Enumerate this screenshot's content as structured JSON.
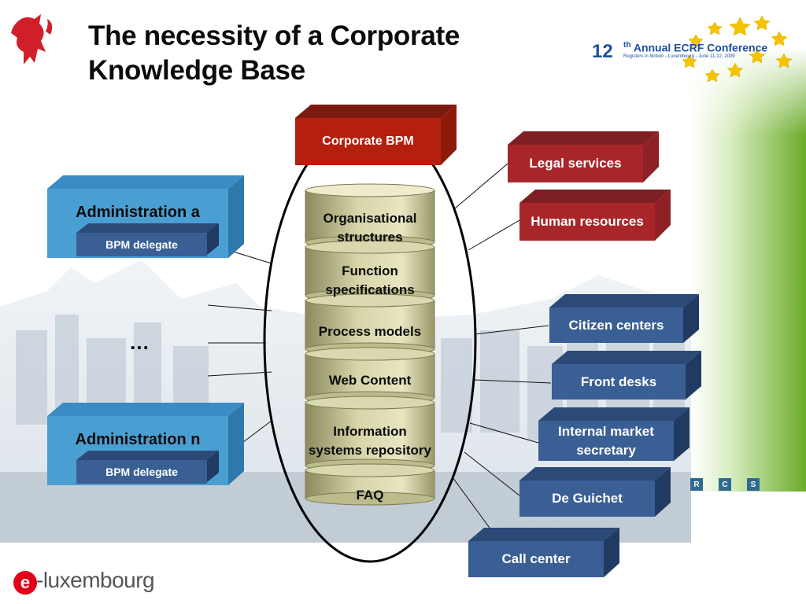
{
  "slide": {
    "title": "The necessity of a Corporate Knowledge Base"
  },
  "conference": {
    "number": "12",
    "superscript": "th",
    "title": "Annual ECRF Conference",
    "subtitle": "Registers in Motion - Luxembourg - June 11-12, 2009"
  },
  "rcs_badges": [
    "R",
    "C",
    "S"
  ],
  "logo": {
    "mark": "e",
    "text": "-luxembourg"
  },
  "center_box": {
    "label": "Corporate BPM"
  },
  "cylinder_layers": [
    "Organisational structures",
    "Function specifications",
    "Process models",
    "Web Content",
    "Information systems repository",
    "FAQ"
  ],
  "admins": [
    {
      "label": "Administration a",
      "delegate": "BPM delegate"
    },
    {
      "label": "Administration n",
      "delegate": "BPM delegate"
    }
  ],
  "ellipsis": "…",
  "red_boxes": [
    "Legal services",
    "Human resources"
  ],
  "blue_boxes": [
    "Citizen centers",
    "Front desks",
    "Internal market secretary",
    "De Guichet",
    "Call center"
  ],
  "colors": {
    "red_box": "#a8262a",
    "dark_red": "#b5200e",
    "blue_box": "#3a5f95",
    "light_blue": "#4a9fd2",
    "green": "#7db733",
    "cylinder": "#c9c79a"
  }
}
